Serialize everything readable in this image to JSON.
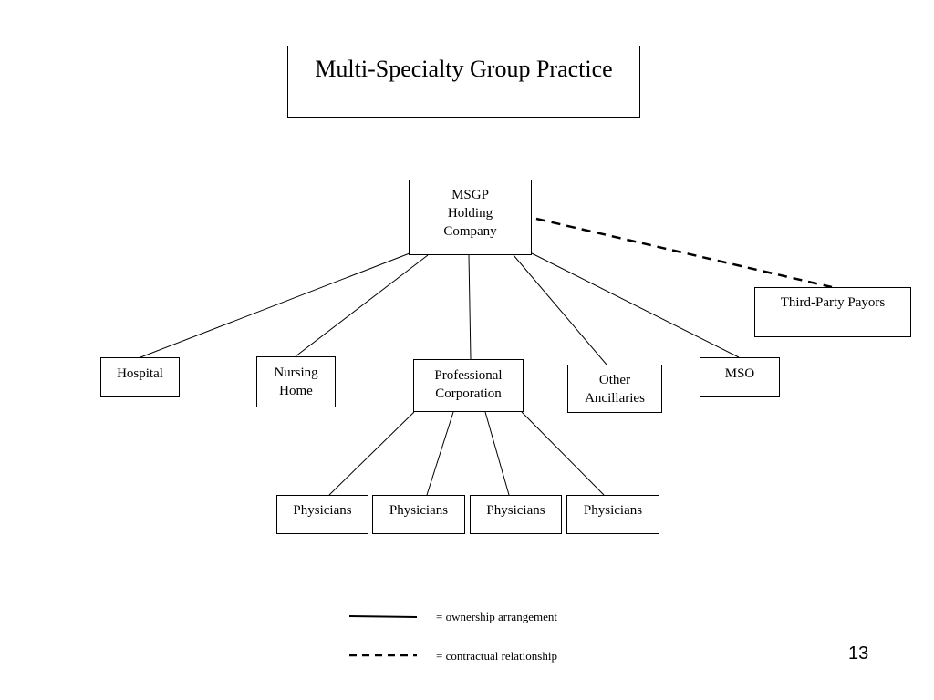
{
  "title": "Multi-Specialty Group Practice",
  "nodes": {
    "msgp": [
      "MSGP",
      "Holding",
      "Company"
    ],
    "third_party_payors": "Third-Party Payors",
    "hospital": "Hospital",
    "nursing_home": [
      "Nursing",
      "Home"
    ],
    "professional_corporation": [
      "Professional",
      "Corporation"
    ],
    "other_ancillaries": [
      "Other",
      "Ancillaries"
    ],
    "mso": "MSO",
    "physicians": [
      "Physicians",
      "Physicians",
      "Physicians",
      "Physicians"
    ]
  },
  "legend": {
    "ownership": "= ownership arrangement",
    "contractual": "= contractual relationship"
  },
  "page_number": "13"
}
